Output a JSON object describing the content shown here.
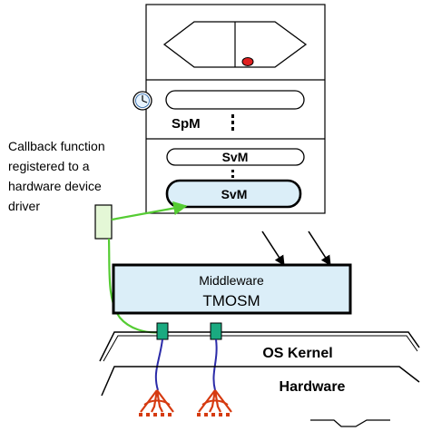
{
  "callback_note": {
    "lines": [
      "Callback function",
      "registered to a",
      "hardware device",
      "driver"
    ]
  },
  "module_stack": {
    "spm_label": "SpM",
    "svm_top_label": "SvM",
    "svm_bottom_label": "SvM"
  },
  "middleware": {
    "caption": "Middleware",
    "name": "TMOSM"
  },
  "layers": {
    "kernel": "OS Kernel",
    "hardware": "Hardware"
  },
  "colors": {
    "box_fill": "#dbeef8",
    "callback_fill": "#e4f7d6",
    "green_link": "#55cc33",
    "teal_port": "#1aaa80",
    "blue_wire": "#2b2ba8",
    "red_device": "#d63a10",
    "red_dot": "#e02020"
  },
  "icons": [
    "hexagon-icon",
    "clock-icon",
    "vertical-ellipsis-icon",
    "device-icon",
    "arrow-icon"
  ]
}
